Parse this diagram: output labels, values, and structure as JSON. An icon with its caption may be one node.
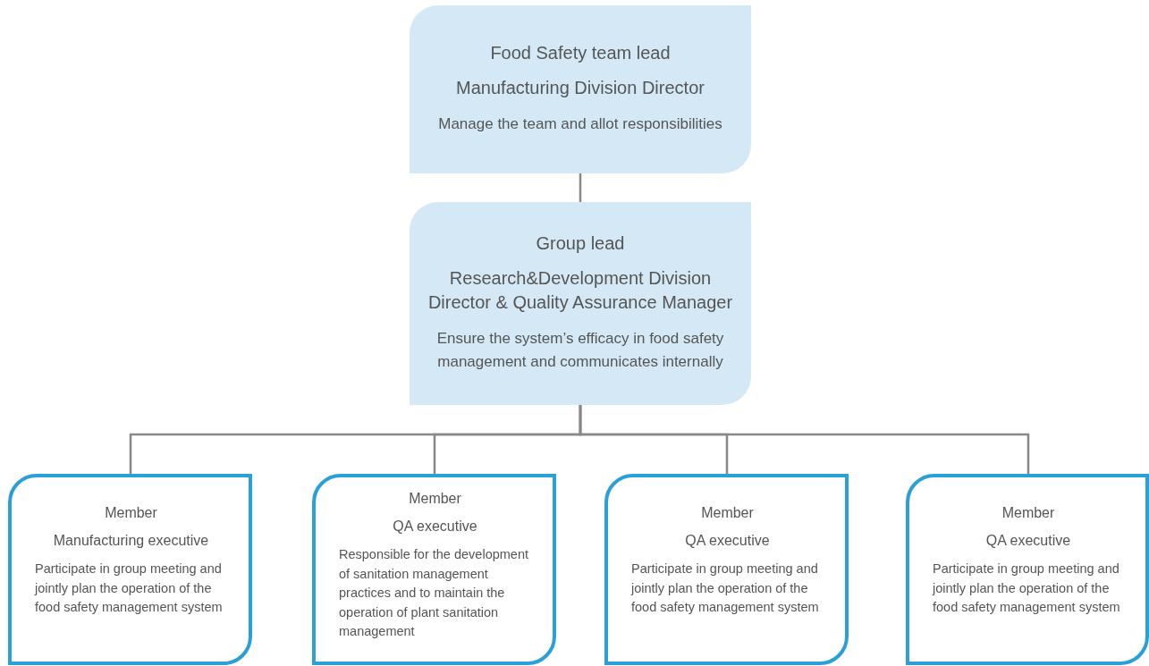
{
  "diagram": {
    "nodes": [
      {
        "text": [
          "Food Safety team lead",
          "Manufacturing Division Director",
          "Manage  the team and allot responsibilities"
        ]
      },
      {
        "text": [
          "Group lead",
          "Research&Development Division Director & Quality Assurance Manager",
          "Ensure the system’s efficacy in food safety management and communicates internally"
        ]
      },
      {
        "text": [
          "Member",
          "Manufacturing  executive",
          "Participate in group meeting and jointly plan the operation of the food safety management system"
        ]
      },
      {
        "text": [
          "Member",
          "QA executive",
          "Responsible for the development of sanitation management practices and to maintain the operation of plant sanitation management"
        ]
      },
      {
        "text": [
          "Member",
          "QA executive",
          "Participate in group meeting and jointly plan the operation of the food safety management system"
        ]
      },
      {
        "text": [
          "Member",
          "QA executive",
          "Participate in group meeting and jointly plan the operation of the food safety management system"
        ]
      }
    ],
    "edges": [
      {
        "from": 0,
        "to": 1,
        "arrow": "none"
      },
      {
        "from": 1,
        "to": 2,
        "arrow": "none"
      },
      {
        "from": 1,
        "to": 3,
        "arrow": "none"
      },
      {
        "from": 1,
        "to": 4,
        "arrow": "none"
      },
      {
        "from": 1,
        "to": 5,
        "arrow": "none"
      }
    ]
  }
}
